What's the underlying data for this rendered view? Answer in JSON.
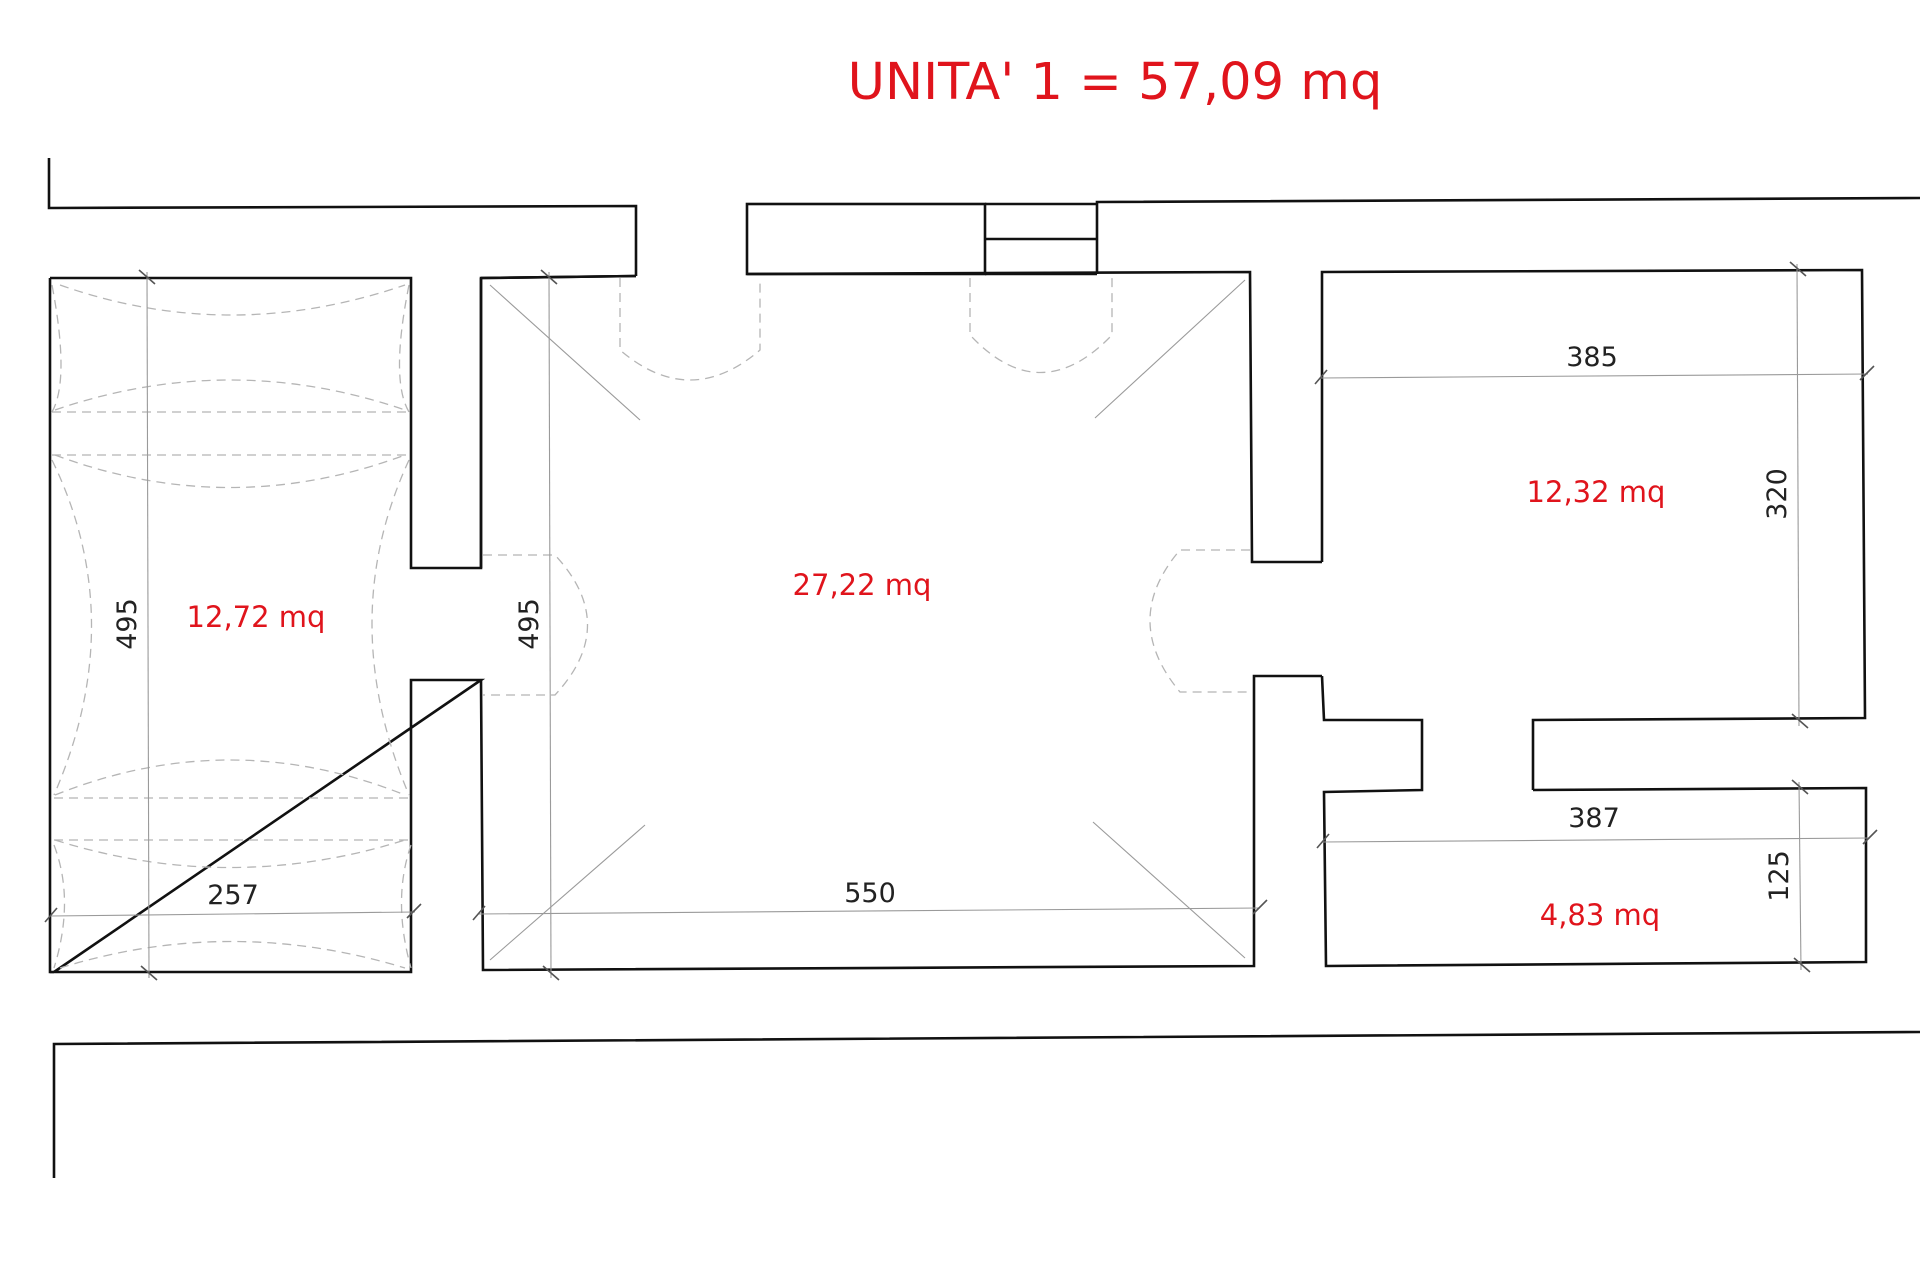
{
  "title": "UNITA' 1 = 57,09 mq",
  "rooms": [
    {
      "id": "left-room",
      "area": "12,72 mq",
      "width_dim": "257",
      "height_dim": "495"
    },
    {
      "id": "central-room",
      "area": "27,22 mq",
      "width_dim": "550",
      "height_dim": "495"
    },
    {
      "id": "upper-right-room",
      "area": "12,32 mq",
      "width_dim": "385",
      "height_dim": "320"
    },
    {
      "id": "lower-right-room",
      "area": "4,83 mq",
      "width_dim": "387",
      "height_dim": "125"
    }
  ],
  "colors": {
    "area_labels": "#e0141c",
    "walls": "#111111",
    "dimensions": "#222222"
  }
}
